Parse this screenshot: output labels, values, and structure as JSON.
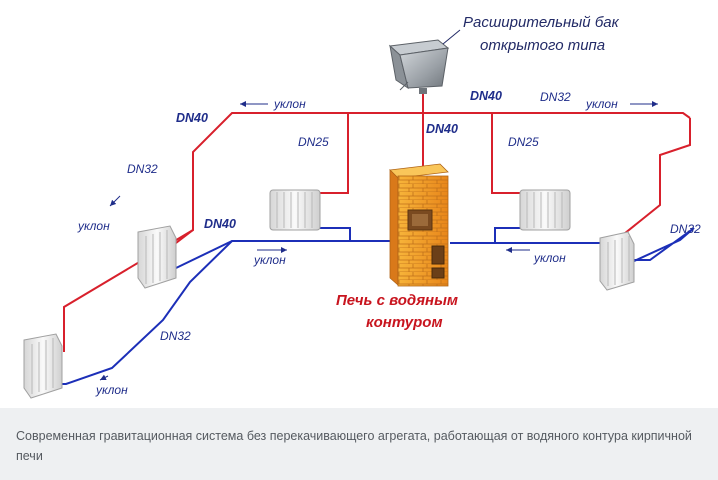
{
  "diagram": {
    "tank_label_line1": "Расширительный бак",
    "tank_label_line2": "открытого типа",
    "stove_label_line1": "Печь с водяным",
    "stove_label_line2": "контуром",
    "labels": {
      "dn40_top_left": "DN40",
      "dn40_top_center": "DN40",
      "dn40_top_right": "DN40",
      "dn32_top_right": "DN32",
      "dn25_left": "DN25",
      "dn25_right": "DN25",
      "dn32_left": "DN32",
      "dn40_return": "DN40",
      "dn32_return_left": "DN32",
      "dn32_right": "DN32",
      "slope_top_left": "уклон",
      "slope_top_right": "уклон",
      "slope_left": "уклон",
      "slope_return_left": "уклон",
      "slope_return_right": "уклон",
      "slope_bottom": "уклон"
    },
    "colors": {
      "supply": "#d8202c",
      "return": "#1c2fb8",
      "stove": "#f39a1e",
      "radiator": "#e9e9e9",
      "tank": "#8e949a"
    }
  },
  "caption": {
    "text": "Современная гравитационная система без перекачивающего агрегата, работающая от водяного контура кирпичной печи"
  }
}
